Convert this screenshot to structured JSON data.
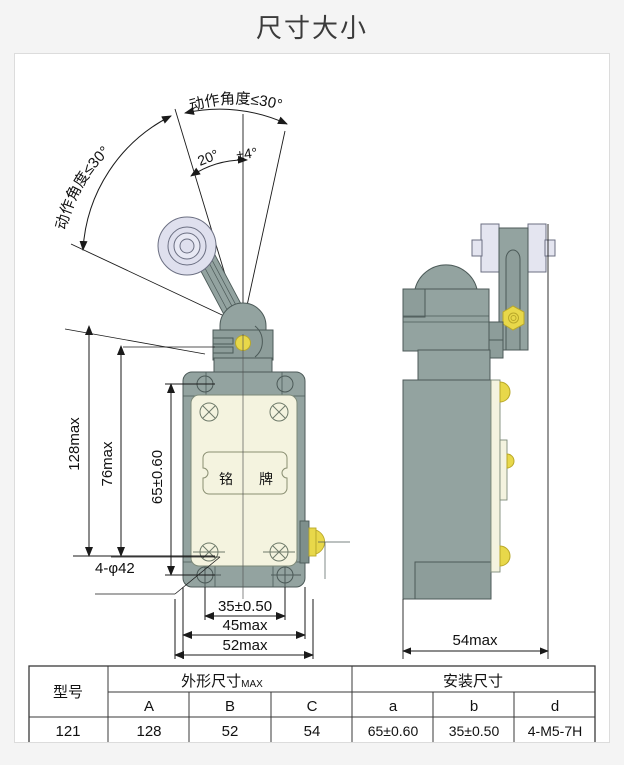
{
  "page": {
    "title": "尺寸大小",
    "background_color": "#f4f4f4",
    "card_background": "#ffffff"
  },
  "colors": {
    "body_gray": "#93a3a0",
    "body_gray_dark": "#7e8f8c",
    "cover_cream": "#f4f3df",
    "roller_lavender": "#dfe0ee",
    "brass_yellow": "#e8d84a",
    "brass_edge": "#b9a82a",
    "line": "#1a1a1a",
    "title_text": "#3b3b3b"
  },
  "drawing": {
    "front_view": {
      "name": "front-view",
      "nameplate_label_left": "铭",
      "nameplate_label_right": "牌",
      "angle_annotations": [
        {
          "id": "left-angle",
          "text": "动作角度≤30°"
        },
        {
          "id": "right-angle",
          "text": "动作角度≤30°"
        },
        {
          "id": "pretravel",
          "text": "20°"
        },
        {
          "id": "tolerance",
          "text": "±4°"
        }
      ],
      "vertical_dimensions": [
        {
          "id": "overall-height",
          "text": "128max"
        },
        {
          "id": "mid-height",
          "text": "76max"
        },
        {
          "id": "mount-spacing-a",
          "text": "65±0.60"
        }
      ],
      "horizontal_dimensions": [
        {
          "id": "mount-spacing-b",
          "text": "35±0.50"
        },
        {
          "id": "mid-width",
          "text": "45max"
        },
        {
          "id": "overall-width",
          "text": "52max"
        }
      ],
      "hole_callout": "4-φ42"
    },
    "side_view": {
      "name": "side-view",
      "horizontal_dimensions": [
        {
          "id": "overall-depth",
          "text": "54max"
        }
      ]
    }
  },
  "table": {
    "name": "dimension-table",
    "group_headers": [
      {
        "id": "model",
        "text": "型号"
      },
      {
        "id": "outline",
        "text": "外形尺寸",
        "suffix": "MAX"
      },
      {
        "id": "mounting",
        "text": "安装尺寸"
      }
    ],
    "sub_headers": [
      "A",
      "B",
      "C",
      "a",
      "b",
      "d"
    ],
    "rows": [
      {
        "model": "121",
        "A": "128",
        "B": "52",
        "C": "54",
        "a": "65±0.60",
        "b": "35±0.50",
        "d": "4-M5-7H"
      }
    ]
  }
}
